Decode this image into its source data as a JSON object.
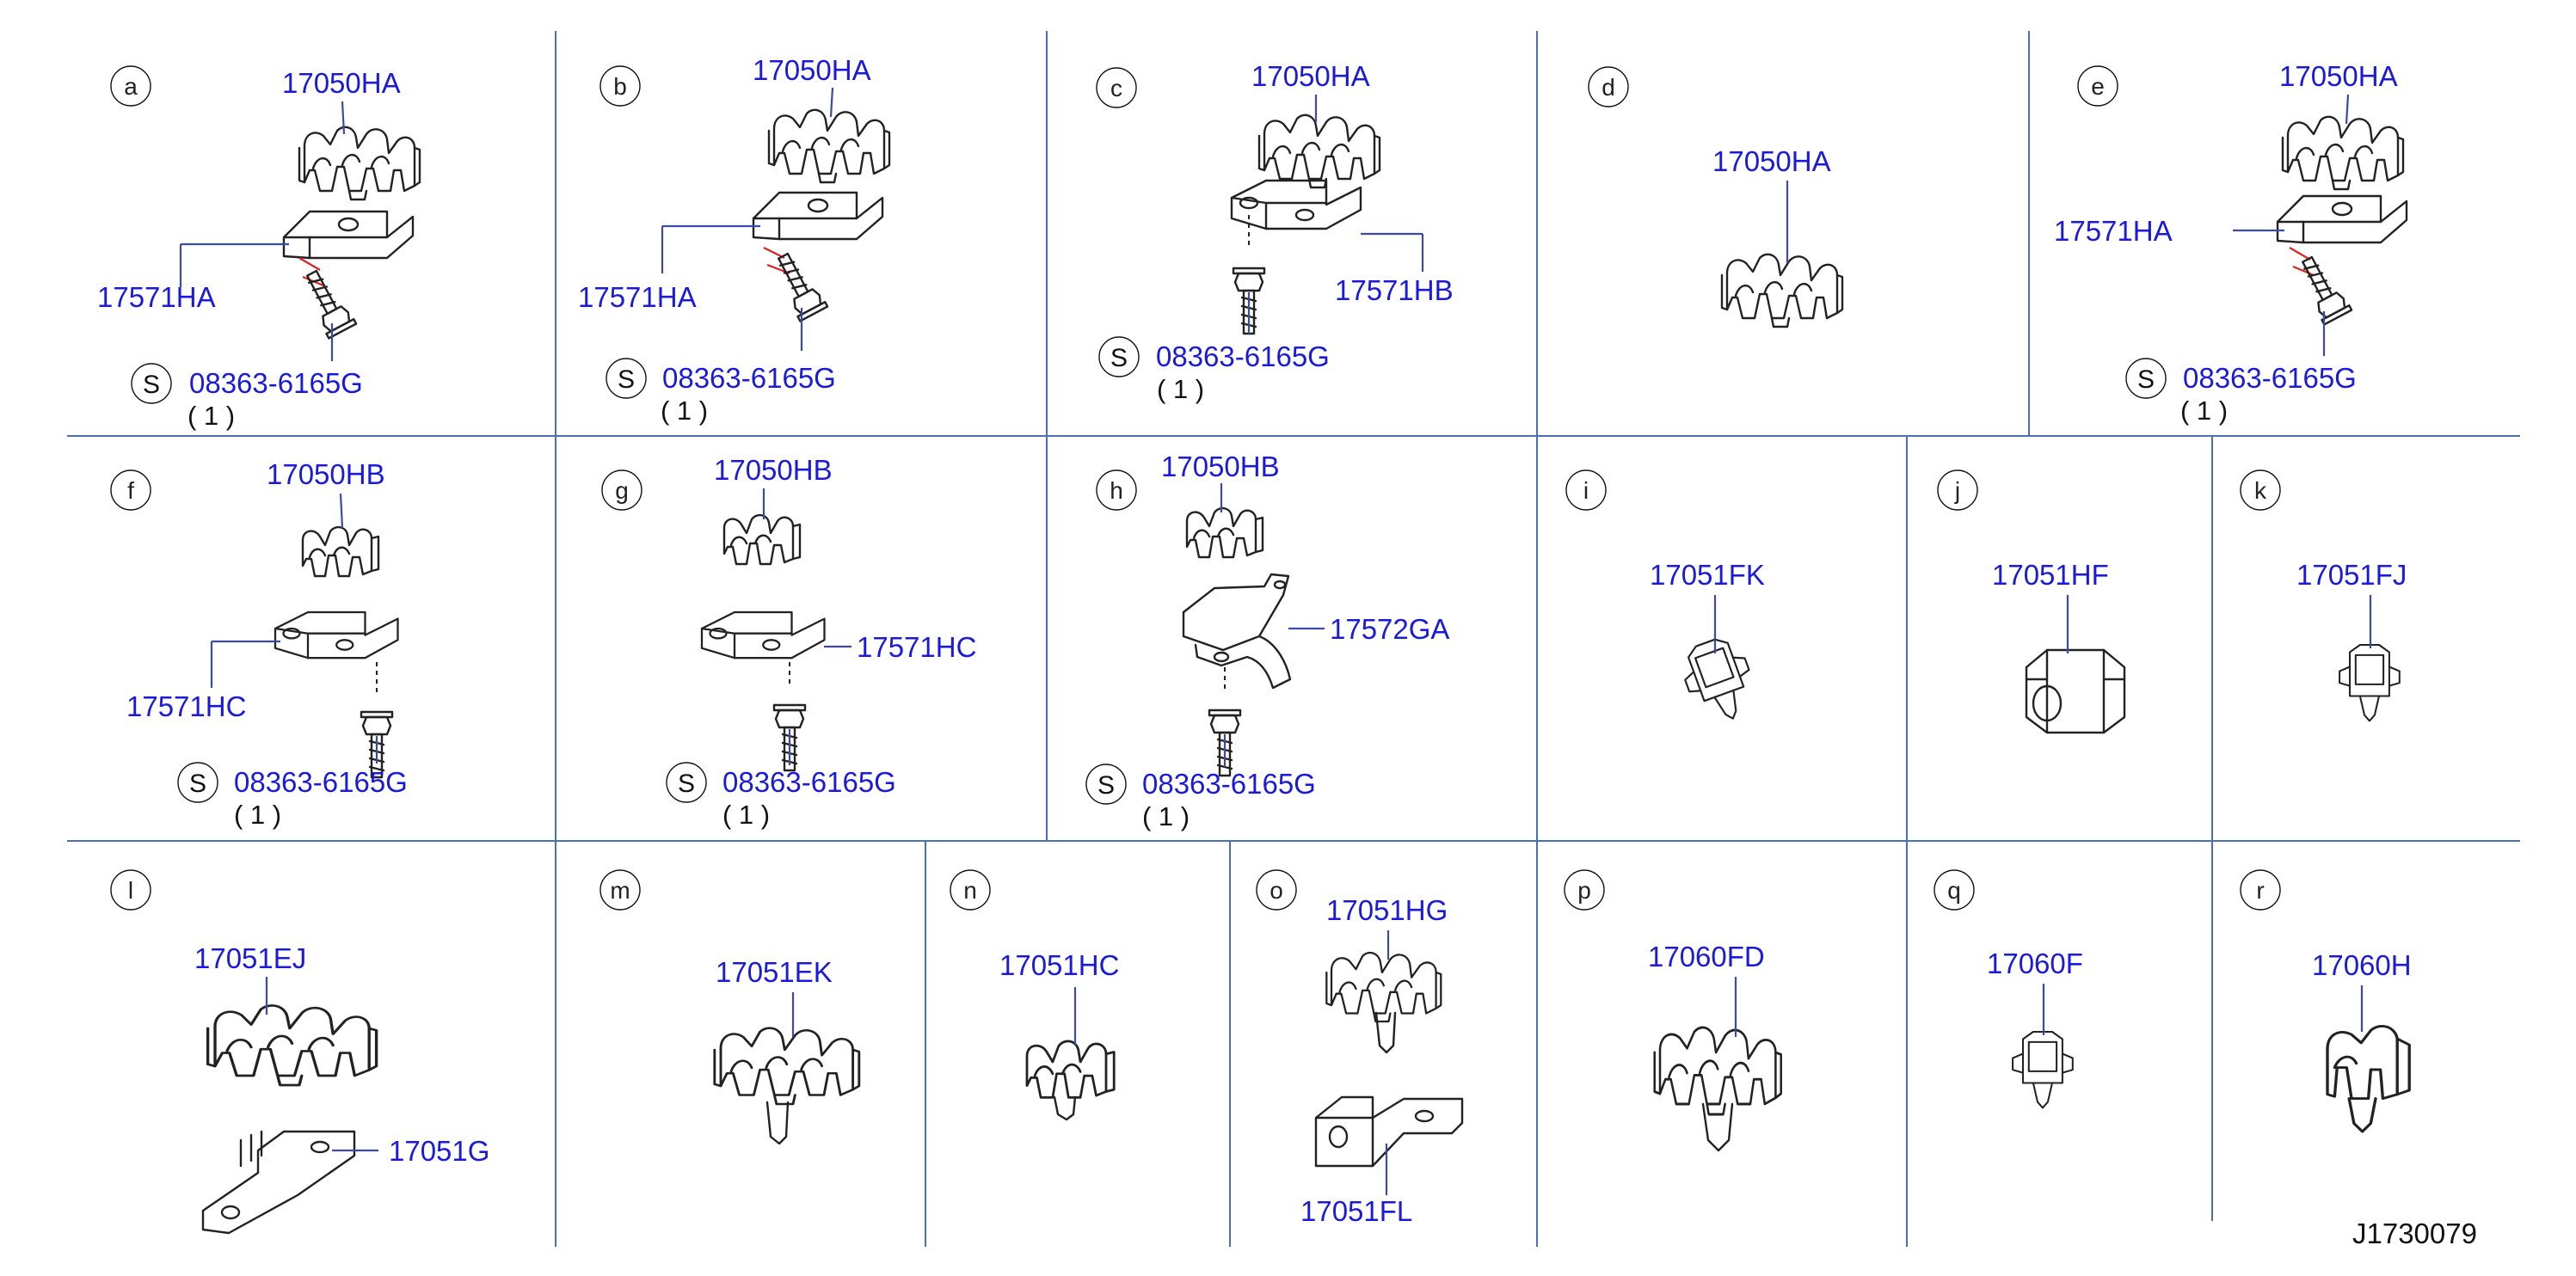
{
  "diagram_code": "J1730079",
  "panels": [
    {
      "id": "a",
      "labels": [
        {
          "text": "17050HA"
        },
        {
          "text": "17571HA"
        },
        {
          "text": "08363-6165G"
        }
      ],
      "symbol": "S",
      "qty": "( 1 )"
    },
    {
      "id": "b",
      "labels": [
        {
          "text": "17050HA"
        },
        {
          "text": "17571HA"
        },
        {
          "text": "08363-6165G"
        }
      ],
      "symbol": "S",
      "qty": "( 1 )"
    },
    {
      "id": "c",
      "labels": [
        {
          "text": "17050HA"
        },
        {
          "text": "17571HB"
        },
        {
          "text": "08363-6165G"
        }
      ],
      "symbol": "S",
      "qty": "( 1 )"
    },
    {
      "id": "d",
      "labels": [
        {
          "text": "17050HA"
        }
      ]
    },
    {
      "id": "e",
      "labels": [
        {
          "text": "17050HA"
        },
        {
          "text": "17571HA"
        },
        {
          "text": "08363-6165G"
        }
      ],
      "symbol": "S",
      "qty": "( 1 )"
    },
    {
      "id": "f",
      "labels": [
        {
          "text": "17050HB"
        },
        {
          "text": "17571HC"
        },
        {
          "text": "08363-6165G"
        }
      ],
      "symbol": "S",
      "qty": "( 1 )"
    },
    {
      "id": "g",
      "labels": [
        {
          "text": "17050HB"
        },
        {
          "text": "17571HC"
        },
        {
          "text": "08363-6165G"
        }
      ],
      "symbol": "S",
      "qty": "( 1 )"
    },
    {
      "id": "h",
      "labels": [
        {
          "text": "17050HB"
        },
        {
          "text": "17572GA"
        },
        {
          "text": "08363-6165G"
        }
      ],
      "symbol": "S",
      "qty": "( 1 )"
    },
    {
      "id": "i",
      "labels": [
        {
          "text": "17051FK"
        }
      ]
    },
    {
      "id": "j",
      "labels": [
        {
          "text": "17051HF"
        }
      ]
    },
    {
      "id": "k",
      "labels": [
        {
          "text": "17051FJ"
        }
      ]
    },
    {
      "id": "l",
      "labels": [
        {
          "text": "17051EJ"
        },
        {
          "text": "17051G"
        }
      ]
    },
    {
      "id": "m",
      "labels": [
        {
          "text": "17051EK"
        }
      ]
    },
    {
      "id": "n",
      "labels": [
        {
          "text": "17051HC"
        }
      ]
    },
    {
      "id": "o",
      "labels": [
        {
          "text": "17051HG"
        },
        {
          "text": "17051FL"
        }
      ]
    },
    {
      "id": "p",
      "labels": [
        {
          "text": "17060FD"
        }
      ]
    },
    {
      "id": "q",
      "labels": [
        {
          "text": "17060F"
        }
      ]
    },
    {
      "id": "r",
      "labels": [
        {
          "text": "17060H"
        }
      ]
    }
  ]
}
